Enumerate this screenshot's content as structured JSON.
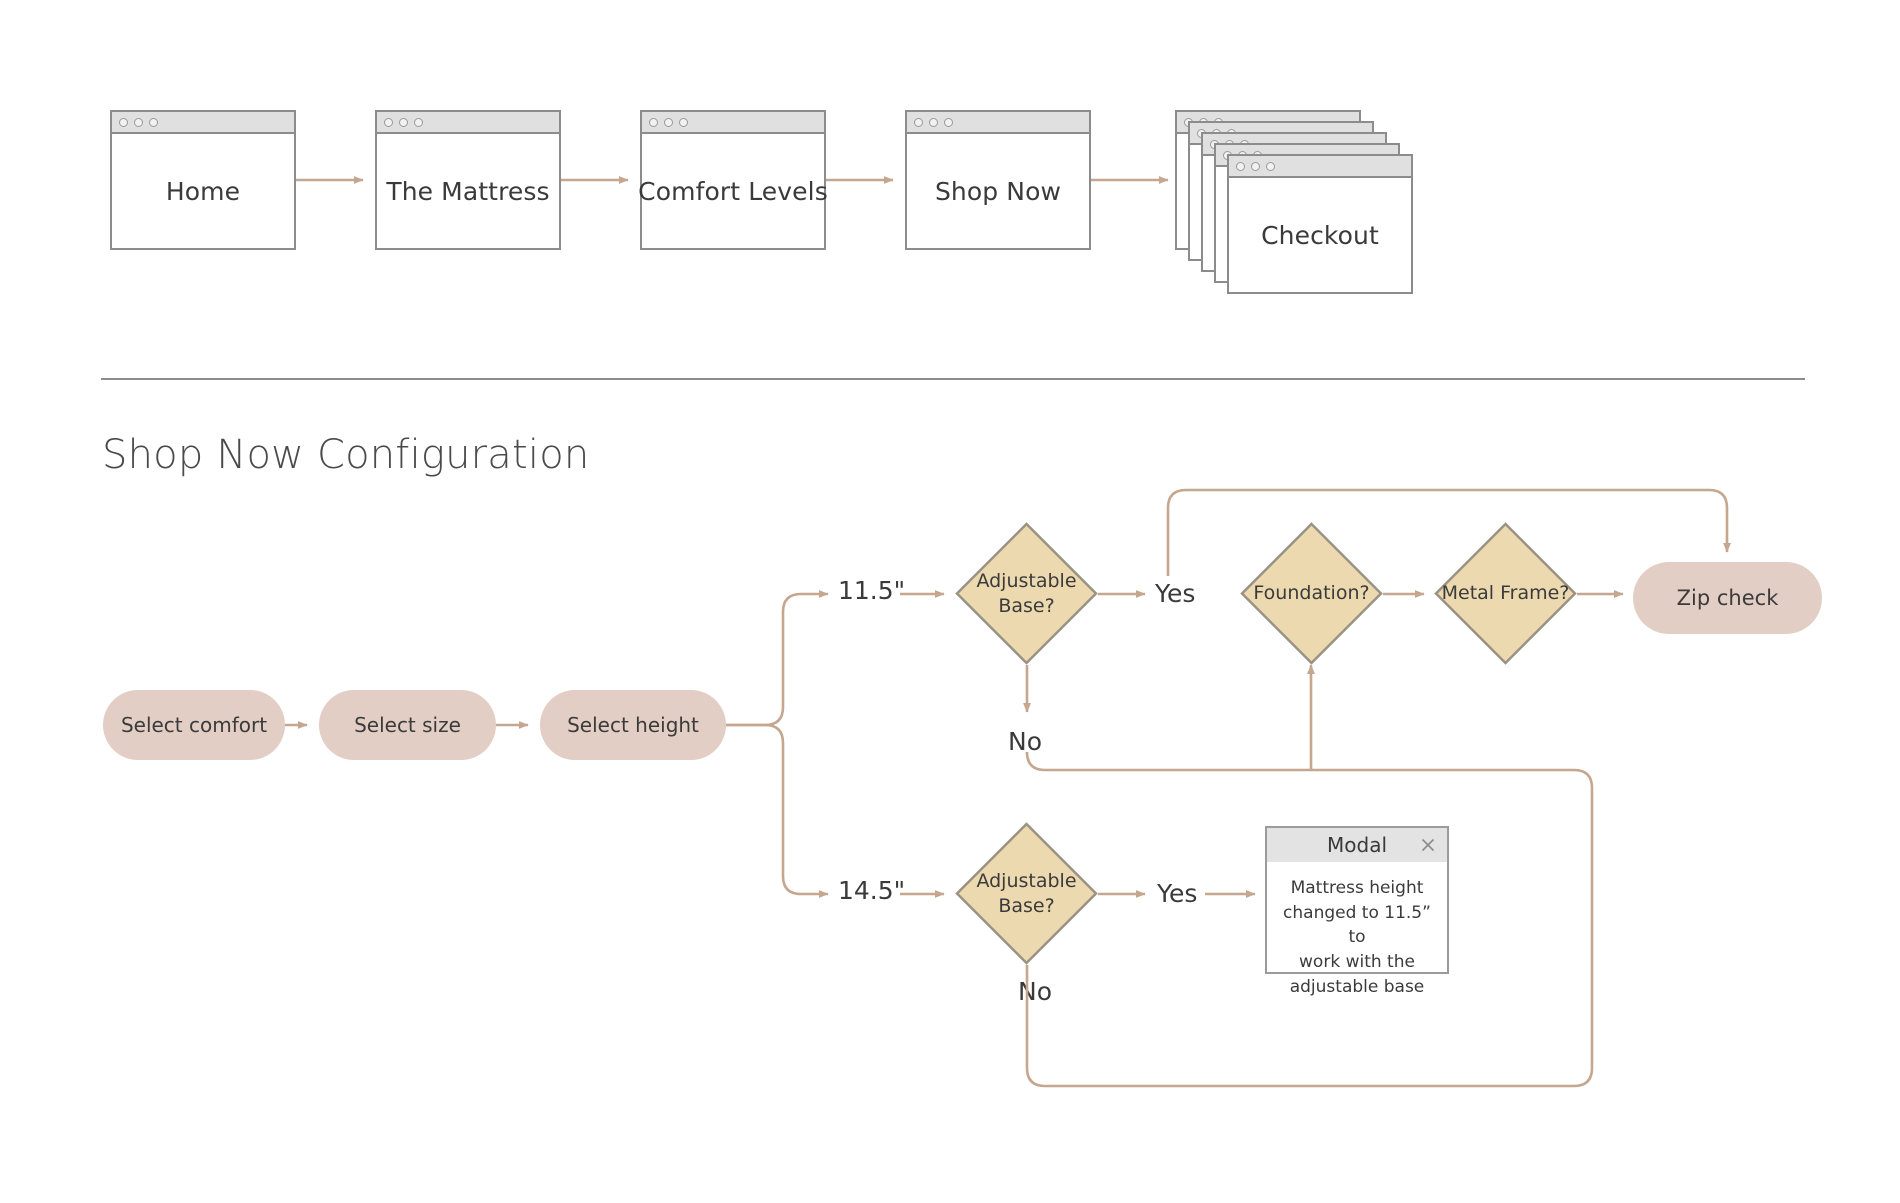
{
  "page": {
    "background": "#ffffff",
    "accent_line": "#c5a68f",
    "pill_fill": "#e2cec4",
    "diamond_fill": "#ecd9b0",
    "diamond_stroke": "#9a9384",
    "window_stroke": "#8c8c8c",
    "titlebar_fill": "#e0e0e0",
    "text_color": "#3b3b3b"
  },
  "sitemap": {
    "windows": [
      {
        "label": "Home",
        "dots": 3
      },
      {
        "label": "The Mattress",
        "dots": 3
      },
      {
        "label": "Comfort Levels",
        "dots": 3
      },
      {
        "label": "Shop Now",
        "dots": 3
      }
    ],
    "stack": {
      "label": "Checkout",
      "layers": 5,
      "dots": 3
    }
  },
  "section": {
    "title": "Shop Now Configuration"
  },
  "flow": {
    "steps": [
      {
        "id": "select-comfort",
        "label": "Select comfort"
      },
      {
        "id": "select-size",
        "label": "Select size"
      },
      {
        "id": "select-height",
        "label": "Select height"
      }
    ],
    "branch_labels": {
      "upper": "11.5\"",
      "lower": "14.5\""
    },
    "decisions": [
      {
        "id": "adjustable-base-upper",
        "label": "Adjustable\nBase?",
        "line1": "Adjustable",
        "line2": "Base?"
      },
      {
        "id": "adjustable-base-lower",
        "label": "Adjustable\nBase?",
        "line1": "Adjustable",
        "line2": "Base?"
      },
      {
        "id": "foundation",
        "label": "Foundation?"
      },
      {
        "id": "metal-frame",
        "label": "Metal Frame?"
      }
    ],
    "edge_labels": {
      "upper_yes": "Yes",
      "upper_no": "No",
      "lower_yes": "Yes",
      "lower_no": "No"
    },
    "terminal": {
      "id": "zip-check",
      "label": "Zip check"
    }
  },
  "modal": {
    "title": "Modal",
    "close_icon": "close-icon",
    "body_lines": [
      "Mattress height",
      "changed to 11.5” to",
      "work with the",
      "adjustable base"
    ],
    "body_text": "Mattress height changed to 11.5” to work with the adjustable base"
  }
}
